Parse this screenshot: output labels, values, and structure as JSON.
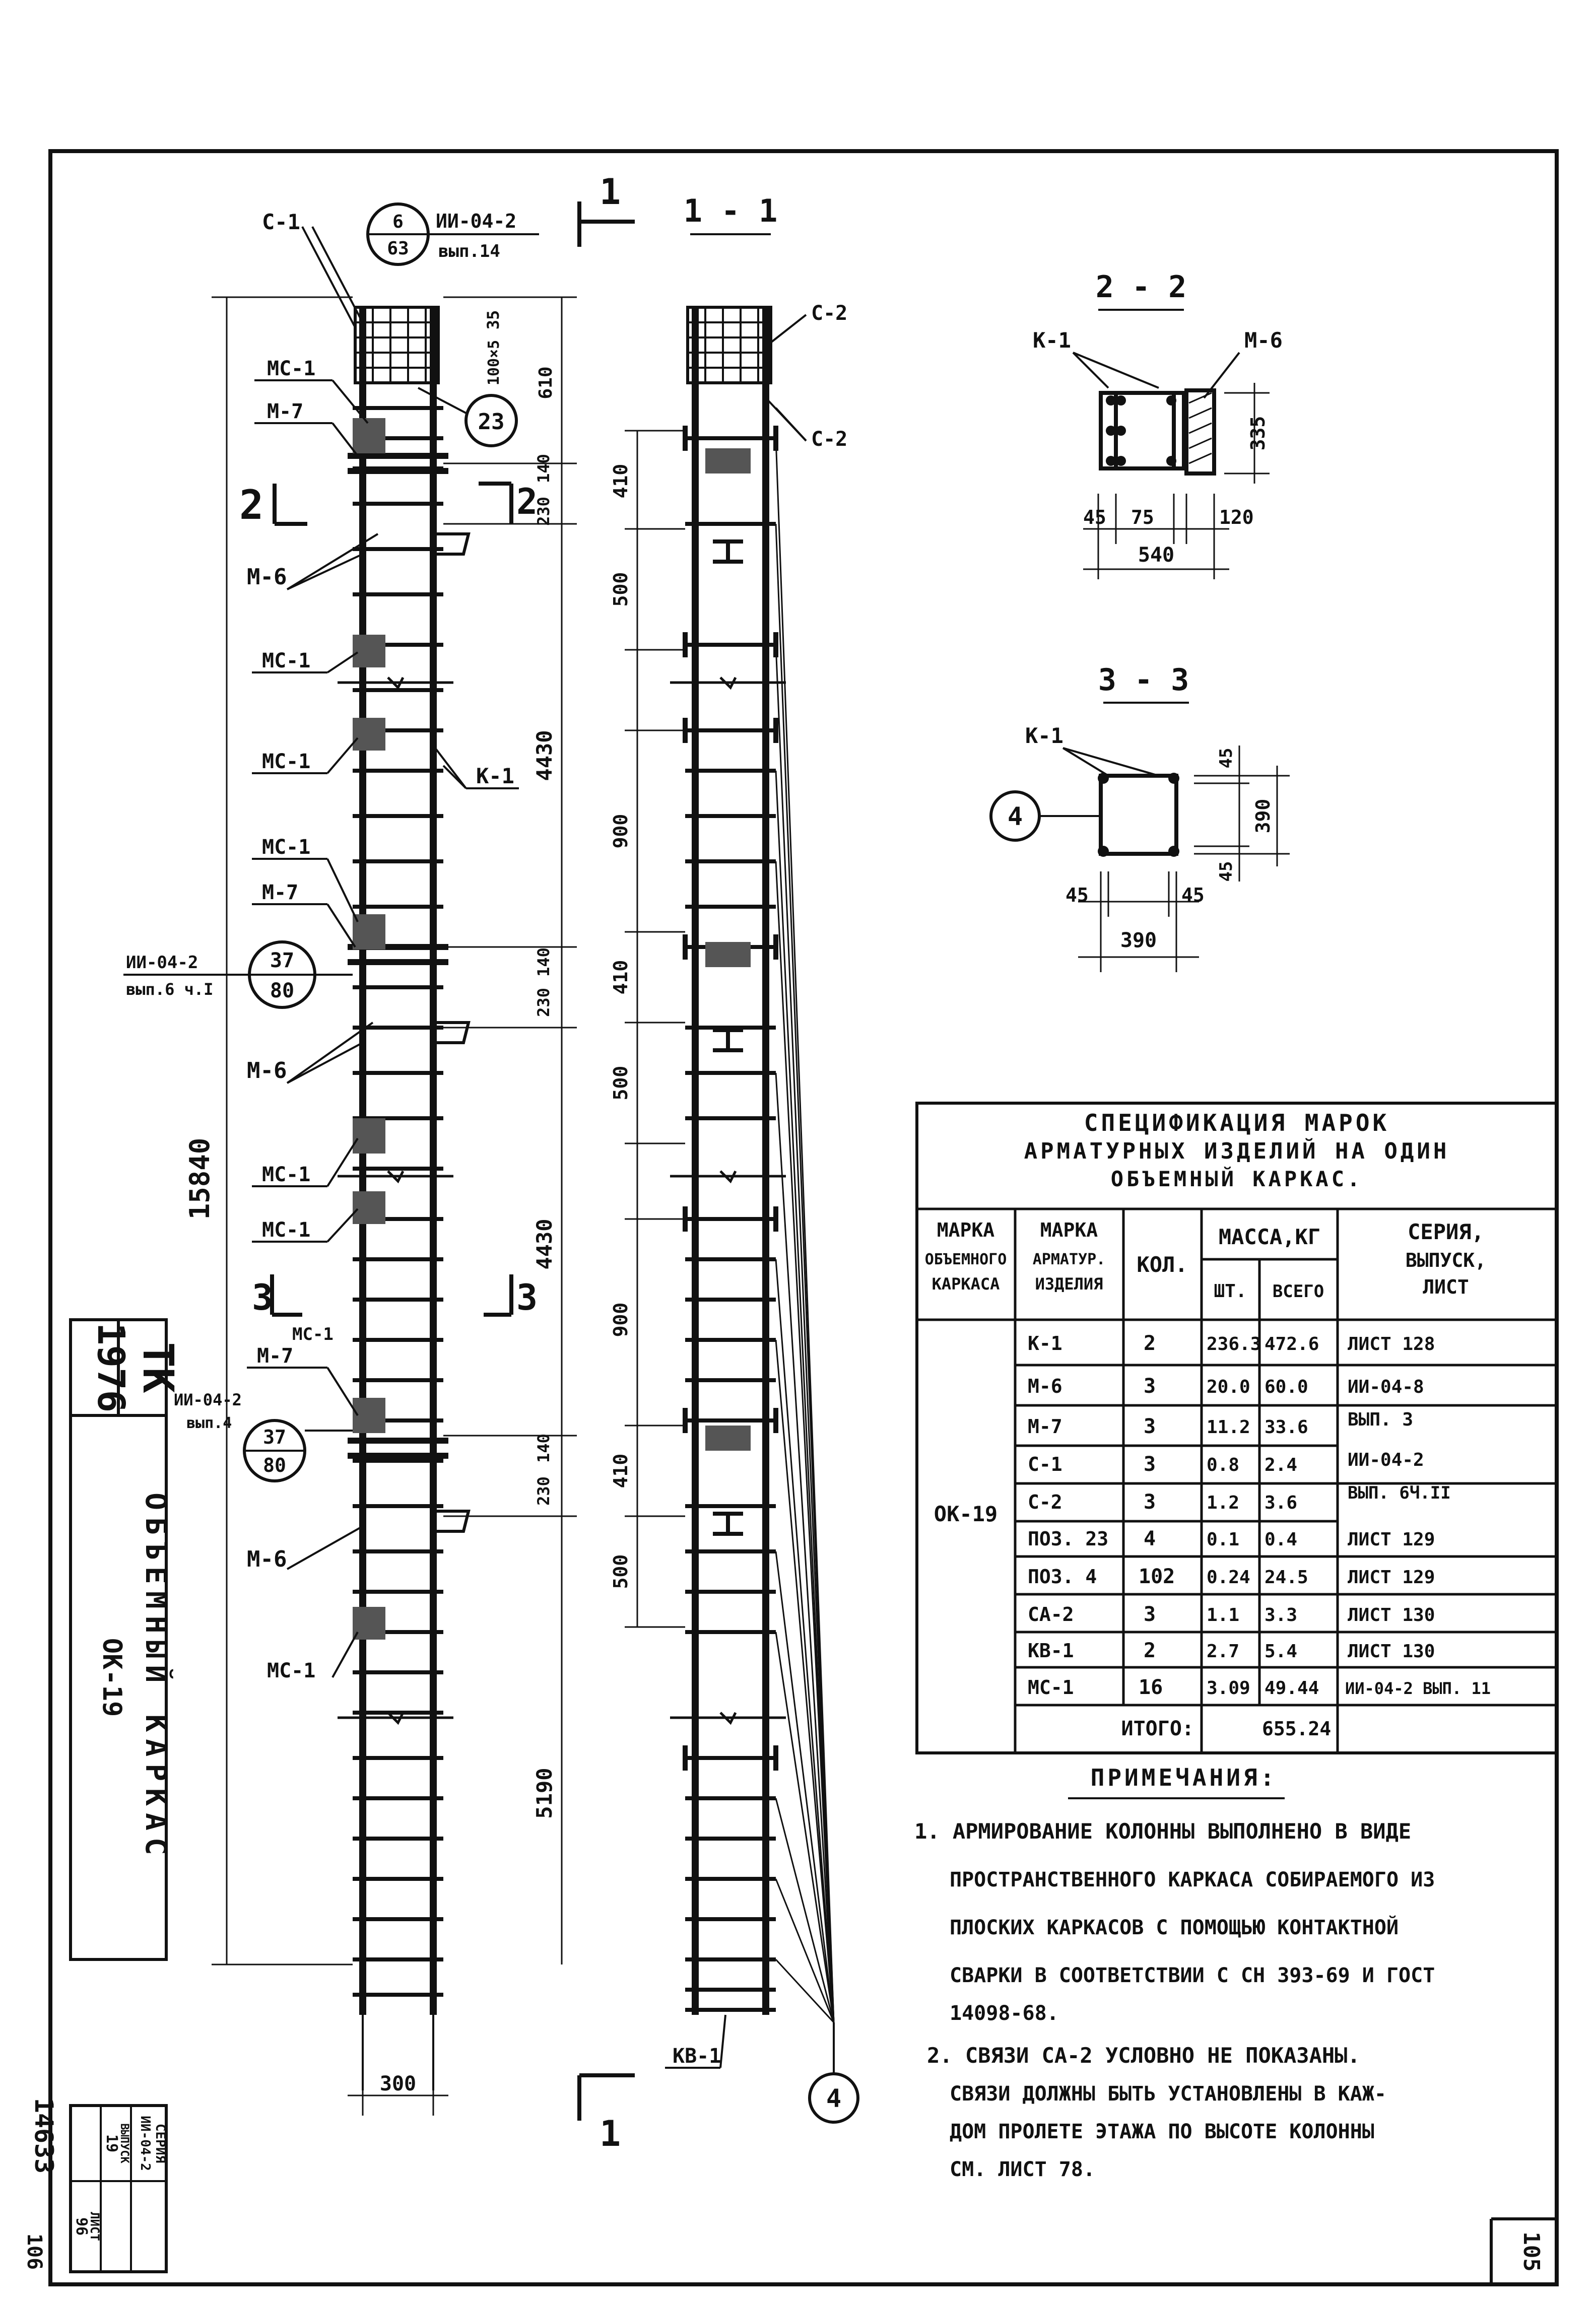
{
  "drawing": {
    "side_title": "ОБЪЕМНЫЙ КАРКАС",
    "side_subtitle": "ОК-19",
    "stamp_org": "ТК",
    "stamp_year": "1976",
    "sheet_number": "105",
    "archive_number": "14633",
    "corner_number": "106"
  },
  "left_elevation": {
    "labels": {
      "c1": "С-1",
      "mc1": "МС-1",
      "m7": "М-7",
      "m6": "М-6",
      "k1": "К-1",
      "ref_top_num": "6",
      "ref_top_den": "63",
      "ref_top_series": "ИИ-04-2",
      "ref_top_issue": "вып.14",
      "ref_mid_series": "ИИ-04-2",
      "ref_mid_issue": "вып.6 ч.I",
      "ref_mid_num": "37",
      "ref_mid_den": "80",
      "ref_low_series": "ИИ-04-2",
      "ref_low_issue": "вып.4",
      "ref_low_num": "37",
      "ref_low_den": "80",
      "pos23": "23",
      "sec2": "2",
      "sec3": "3"
    },
    "dims": {
      "total": "15840",
      "d4430a": "4430",
      "d4430b": "4430",
      "d5190": "5190",
      "d610": "610",
      "d35": "35",
      "d100x5": "100×5",
      "d140a": "140",
      "d230a": "230",
      "d140b": "140",
      "d230b": "230",
      "d140c": "140",
      "d230c": "230",
      "d300": "300"
    }
  },
  "section_1_1": {
    "title": "1 - 1",
    "cut_mark": "1",
    "labels": {
      "c2a": "С-2",
      "c2b": "С-2",
      "kv1": "КВ-1",
      "pos4": "4"
    },
    "dims": [
      "410",
      "500",
      "900",
      "410",
      "500",
      "900",
      "410",
      "500"
    ]
  },
  "section_2_2": {
    "title": "2 - 2",
    "labels": {
      "k1": "К-1",
      "m6": "М-6"
    },
    "dims": {
      "d45": "45",
      "d75": "75",
      "d120": "120",
      "d540": "540",
      "d335": "335"
    }
  },
  "section_3_3": {
    "title": "3 - 3",
    "labels": {
      "k1": "К-1",
      "pos4": "4"
    },
    "dims": {
      "d45a": "45",
      "d45b": "45",
      "d45c": "45",
      "d45d": "45",
      "d390a": "390",
      "d390b": "390"
    }
  },
  "spec_table": {
    "title_line1": "СПЕЦИФИКАЦИЯ МАРОК",
    "title_line2": "АРМАТУРНЫХ ИЗДЕЛИЙ НА ОДИН",
    "title_line3": "ОБЪЕМНЫЙ КАРКАС.",
    "headers": {
      "col1": [
        "МАРКА",
        "ОБЪЕМНОГО",
        "КАРКАСА"
      ],
      "col2": [
        "МАРКА",
        "АРМАТУР.",
        "ИЗДЕЛИЯ"
      ],
      "col3": "КОЛ.",
      "mass": "МАССА,КГ",
      "mass_unit": "ШТ.",
      "mass_total": "ВСЕГО",
      "series": [
        "СЕРИЯ,",
        "ВЫПУСК,",
        "ЛИСТ"
      ]
    },
    "frame_mark": "ОК-19",
    "rows": [
      {
        "item": "К-1",
        "qty": "2",
        "unit": "236.3",
        "total": "472.6",
        "series": "ЛИСТ 128"
      },
      {
        "item": "М-6",
        "qty": "3",
        "unit": "20.0",
        "total": "60.0",
        "series": "ИИ-04-8"
      },
      {
        "item": "М-7",
        "qty": "3",
        "unit": "11.2",
        "total": "33.6",
        "series": "ВЫП. 3"
      },
      {
        "item": "С-1",
        "qty": "3",
        "unit": "0.8",
        "total": "2.4",
        "series": "ИИ-04-2"
      },
      {
        "item": "С-2",
        "qty": "3",
        "unit": "1.2",
        "total": "3.6",
        "series": "ВЫП. 6Ч.II"
      },
      {
        "item": "ПОЗ. 23",
        "qty": "4",
        "unit": "0.1",
        "total": "0.4",
        "series": "ЛИСТ 129"
      },
      {
        "item": "ПОЗ. 4",
        "qty": "102",
        "unit": "0.24",
        "total": "24.5",
        "series": "ЛИСТ 129"
      },
      {
        "item": "СА-2",
        "qty": "3",
        "unit": "1.1",
        "total": "3.3",
        "series": "ЛИСТ 130"
      },
      {
        "item": "КВ-1",
        "qty": "2",
        "unit": "2.7",
        "total": "5.4",
        "series": "ЛИСТ 130"
      },
      {
        "item": "МС-1",
        "qty": "16",
        "unit": "3.09",
        "total": "49.44",
        "series": "ИИ-04-2 ВЫП. 11"
      }
    ],
    "total_label": "ИТОГО:",
    "total_value": "655.24"
  },
  "notes": {
    "title": "ПРИМЕЧАНИЯ:",
    "lines": [
      "1. АРМИРОВАНИЕ КОЛОННЫ ВЫПОЛНЕНО В ВИДЕ",
      "ПРОСТРАНСТВЕННОГО КАРКАСА СОБИРАЕМОГО ИЗ",
      "ПЛОСКИХ КАРКАСОВ С ПОМОЩЬЮ КОНТАКТНОЙ",
      "СВАРКИ В СООТВЕТСТВИИ С СН 393-69 И ГОСТ",
      "14098-68.",
      "2. СВЯЗИ СА-2 УСЛОВНО НЕ ПОКАЗАНЫ.",
      "СВЯЗИ ДОЛЖНЫ БЫТЬ УСТАНОВЛЕНЫ В КАЖ-",
      "ДОМ ПРОЛЕТЕ ЭТАЖА ПО ВЫСОТЕ КОЛОННЫ",
      "СМ. ЛИСТ 78."
    ]
  },
  "stamp_small": {
    "h1": "СЕРИЯ",
    "v1": "ИИ-04-2",
    "h2": "ВЫПУСК",
    "v2": "19",
    "h3": "ЛИСТ",
    "v3": "96"
  }
}
